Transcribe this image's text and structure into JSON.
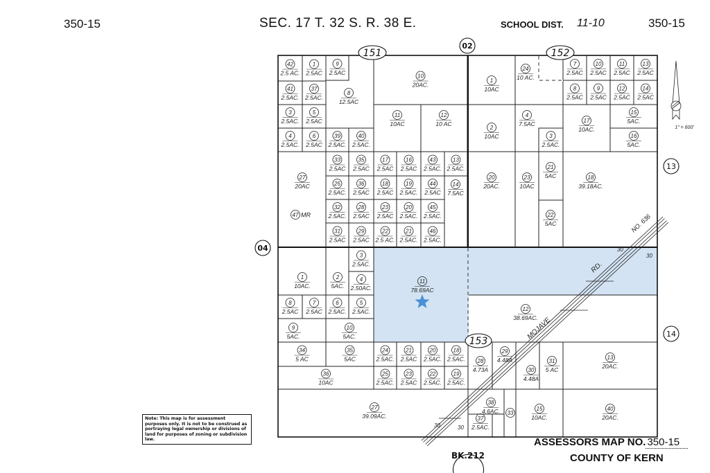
{
  "header": {
    "page_left": "350-15",
    "section": "SEC. 17  T. 32 S.  R. 38 E.",
    "school_dist_label": "SCHOOL DIST.",
    "school_dist_value": "11-10",
    "page_right": "350-15"
  },
  "adjacent_markers": {
    "top_left_book": "151",
    "top_center": "02",
    "top_right_book": "152",
    "right_upper": "13",
    "left": "04",
    "right_lower": "14",
    "bottom_book": "153",
    "book_ref": "BK.212"
  },
  "scale": "1\" = 600'",
  "road": {
    "name": "MOJAVE",
    "suffix": "RD.",
    "number": "NO. 636",
    "widths": [
      "30",
      "30",
      "30",
      "30"
    ]
  },
  "highlight": {
    "parcel": "11",
    "color": "#d3e3f3",
    "star_color": "#4a8fd6"
  },
  "note": "Note: This map is for assessment purposes only. It is not to be construed as portraying legal ownership or divisions of land for purposes of zoning or subdivision law.",
  "footer": {
    "title": "ASSESSORS MAP NO.",
    "map_no": "350-15",
    "county": "COUNTY OF KERN"
  },
  "parcels": [
    {
      "n": "42",
      "a": "2.5 AC."
    },
    {
      "n": "1",
      "a": "2.5AC"
    },
    {
      "n": "9",
      "a": "2.5AC"
    },
    {
      "n": "8",
      "a": "12.5AC"
    },
    {
      "n": "41",
      "a": "2.5AC."
    },
    {
      "n": "37",
      "a": "2.5AC."
    },
    {
      "n": "3",
      "a": "2.5AC."
    },
    {
      "n": "5",
      "a": "2.5AC"
    },
    {
      "n": "4",
      "a": "2.5AC."
    },
    {
      "n": "6",
      "a": "2.5AC"
    },
    {
      "n": "39",
      "a": "2.5AC."
    },
    {
      "n": "40",
      "a": "2.5AC."
    },
    {
      "n": "10",
      "a": "20AC."
    },
    {
      "n": "11",
      "a": "10AC"
    },
    {
      "n": "12",
      "a": "10 AC"
    },
    {
      "n": "27",
      "a": "20AC"
    },
    {
      "n": "47",
      "a": "MR"
    },
    {
      "n": "33",
      "a": "2.5AC"
    },
    {
      "n": "35",
      "a": "2.5AC"
    },
    {
      "n": "17",
      "a": "2.5AC"
    },
    {
      "n": "16",
      "a": "2.5AC"
    },
    {
      "n": "43",
      "a": "2.5AC."
    },
    {
      "n": "13",
      "a": "2.5AC."
    },
    {
      "n": "25",
      "a": "2.5AC."
    },
    {
      "n": "36",
      "a": "2.5AC"
    },
    {
      "n": "18",
      "a": "2.5AC"
    },
    {
      "n": "19",
      "a": "2.5AC."
    },
    {
      "n": "44",
      "a": "2.5AC"
    },
    {
      "n": "14",
      "a": "7.5AC"
    },
    {
      "n": "32",
      "a": "2.5AC."
    },
    {
      "n": "28",
      "a": "2.5AC"
    },
    {
      "n": "23",
      "a": "2.5AC"
    },
    {
      "n": "20",
      "a": "2.5AC."
    },
    {
      "n": "45",
      "a": "2.5AC."
    },
    {
      "n": "31",
      "a": "2.5AC"
    },
    {
      "n": "29",
      "a": "2.5AC"
    },
    {
      "n": "22",
      "a": "2.5 AC."
    },
    {
      "n": "21",
      "a": "2.5AC."
    },
    {
      "n": "46",
      "a": "2.5AC."
    },
    {
      "n": "1",
      "a": "10AC"
    },
    {
      "n": "2",
      "a": "10AC"
    },
    {
      "n": "24",
      "a": "10 AC."
    },
    {
      "n": "7",
      "a": "2.5AC"
    },
    {
      "n": "10",
      "a": "2.5AC"
    },
    {
      "n": "11",
      "a": "2.5AC"
    },
    {
      "n": "13",
      "a": "2.5AC"
    },
    {
      "n": "8",
      "a": "2.5AC"
    },
    {
      "n": "9",
      "a": "2.5AC"
    },
    {
      "n": "12",
      "a": "2.5AC"
    },
    {
      "n": "14",
      "a": "2.5AC"
    },
    {
      "n": "4",
      "a": "7.5AC"
    },
    {
      "n": "3",
      "a": "2.5AC."
    },
    {
      "n": "17",
      "a": "10AC."
    },
    {
      "n": "15",
      "a": "5AC."
    },
    {
      "n": "16",
      "a": "5AC."
    },
    {
      "n": "20",
      "a": "20AC."
    },
    {
      "n": "23",
      "a": "10AC"
    },
    {
      "n": "21",
      "a": "5AC"
    },
    {
      "n": "22",
      "a": "5AC"
    },
    {
      "n": "18",
      "a": "39.18AC."
    },
    {
      "n": "1",
      "a": "10AC."
    },
    {
      "n": "2",
      "a": "5AC."
    },
    {
      "n": "3",
      "a": "2.5AC."
    },
    {
      "n": "4",
      "a": "2.50AC."
    },
    {
      "n": "8",
      "a": "2.5AC"
    },
    {
      "n": "7",
      "a": "2.5AC"
    },
    {
      "n": "6",
      "a": "2.5AC."
    },
    {
      "n": "5",
      "a": "2.5AC."
    },
    {
      "n": "9",
      "a": "5AC."
    },
    {
      "n": "10",
      "a": "5AC."
    },
    {
      "n": "11",
      "a": "78.69AC"
    },
    {
      "n": "34",
      "a": "5 AC"
    },
    {
      "n": "35",
      "a": "5AC"
    },
    {
      "n": "24",
      "a": "2.5AC."
    },
    {
      "n": "21",
      "a": "2.5AC"
    },
    {
      "n": "20",
      "a": "2.5AC."
    },
    {
      "n": "18",
      "a": "2.5AC."
    },
    {
      "n": "36",
      "a": "10AC"
    },
    {
      "n": "25",
      "a": "2.5AC."
    },
    {
      "n": "23",
      "a": "2.5AC"
    },
    {
      "n": "22",
      "a": "2.5AC."
    },
    {
      "n": "19",
      "a": "2.5AC."
    },
    {
      "n": "27",
      "a": "39.09AC."
    },
    {
      "n": "12",
      "a": "38.69AC."
    },
    {
      "n": "28",
      "a": "4.73A"
    },
    {
      "n": "29",
      "a": "4.48A"
    },
    {
      "n": "30",
      "a": "4.48A"
    },
    {
      "n": "31",
      "a": "5 AC"
    },
    {
      "n": "13",
      "a": "20AC."
    },
    {
      "n": "38",
      "a": "4.6AC."
    },
    {
      "n": "37",
      "a": "2.5AC."
    },
    {
      "n": "33",
      "a": ""
    },
    {
      "n": "15",
      "a": "10AC."
    },
    {
      "n": "40",
      "a": "20AC."
    }
  ]
}
